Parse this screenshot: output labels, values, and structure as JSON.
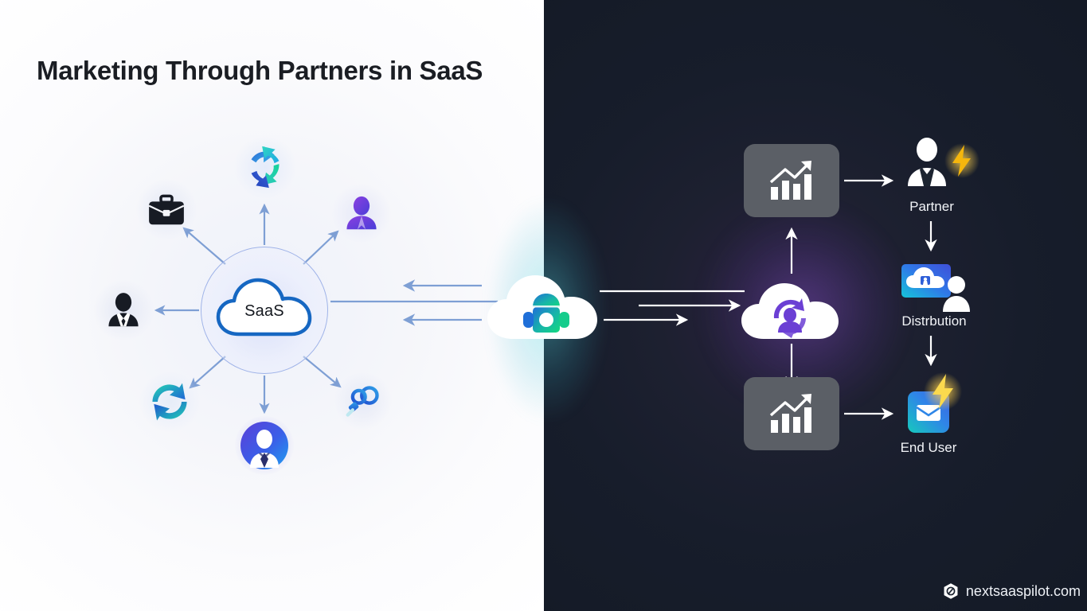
{
  "title": "Marketing Through Partners in SaaS",
  "colors": {
    "light_background": "#ffffff",
    "dark_background": "#141a26",
    "title_text": "#1a1d23",
    "saas_cloud_outline": "#1667c2",
    "left_arrow": "#7e9fd4",
    "dark_label_text": "#f2f4f8",
    "purple_accent": "#6b3fd4",
    "lightning_yellow": "#f5b60d",
    "tile_grey": "#5b5f66",
    "teal_accent": "#1fd6a6"
  },
  "left_panel": {
    "center_node": {
      "label": "SaaS",
      "icon": "cloud-icon",
      "ring": "circle-ring"
    },
    "satellites": [
      {
        "id": "briefcase",
        "icon": "briefcase-icon",
        "position": "top-left"
      },
      {
        "id": "sync-top",
        "icon": "sync-arrows-icon",
        "position": "top-center"
      },
      {
        "id": "user-purple",
        "icon": "user-avatar-icon",
        "position": "top-right"
      },
      {
        "id": "business-person",
        "icon": "business-person-icon",
        "position": "left"
      },
      {
        "id": "sync-bottom",
        "icon": "sync-arrows-icon",
        "position": "bottom-left"
      },
      {
        "id": "user-blue",
        "icon": "user-circle-icon",
        "position": "bottom-center"
      },
      {
        "id": "link",
        "icon": "chain-link-icon",
        "position": "bottom-right"
      }
    ],
    "connector_arrows": {
      "count": 7,
      "direction": "radial-outward",
      "color": "#7e9fd4"
    }
  },
  "bridge": {
    "cloud_icon": "bot-cloud-icon",
    "inbound_arrows": 2,
    "inbound_direction": "left",
    "outbound_arrows": 2,
    "outbound_direction": "right"
  },
  "right_panel": {
    "hub": {
      "icon": "cloud-user-sync-icon",
      "glow": "purple"
    },
    "tiles": [
      {
        "id": "chart-top",
        "icon": "bar-chart-growth-icon"
      },
      {
        "id": "chart-bottom",
        "icon": "bar-chart-growth-icon"
      }
    ],
    "flow_nodes": [
      {
        "id": "partner",
        "label": "Partner",
        "icon": "person-tie-icon",
        "badge": "lightning-bolt-icon"
      },
      {
        "id": "distribution",
        "label": "Distrbution",
        "icon": "cloud-screen-user-icon",
        "badge": null
      },
      {
        "id": "end-user",
        "label": "End User",
        "icon": "envelope-tile-icon",
        "badge": "lightning-bolt-icon"
      }
    ],
    "vertical_arrows": 2,
    "horizontal_arrows": 2
  },
  "watermark": {
    "text": "nextsaaspilot.com",
    "icon": "hexagon-logo-icon"
  }
}
